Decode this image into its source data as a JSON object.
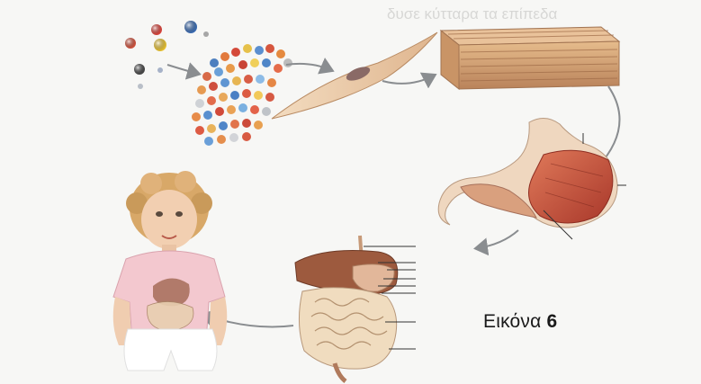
{
  "page": {
    "faint_header": "δυσε κύτταρα τα επίπεδα",
    "caption": {
      "prefix": "Εικόνα",
      "number": "6"
    }
  },
  "colors": {
    "background": "#f7f7f5",
    "arrow": "#8a8d90",
    "muscle": "#c8543a",
    "tissue": "#d6a577",
    "skin": "#e9c6a6",
    "shirt": "#f2c9d0",
    "intestine": "#efd8b8"
  },
  "stages": [
    {
      "name": "atoms"
    },
    {
      "name": "molecule"
    },
    {
      "name": "cell"
    },
    {
      "name": "tissue"
    },
    {
      "name": "organ-stomach"
    },
    {
      "name": "organ-system-digestive"
    },
    {
      "name": "organism-child"
    }
  ]
}
